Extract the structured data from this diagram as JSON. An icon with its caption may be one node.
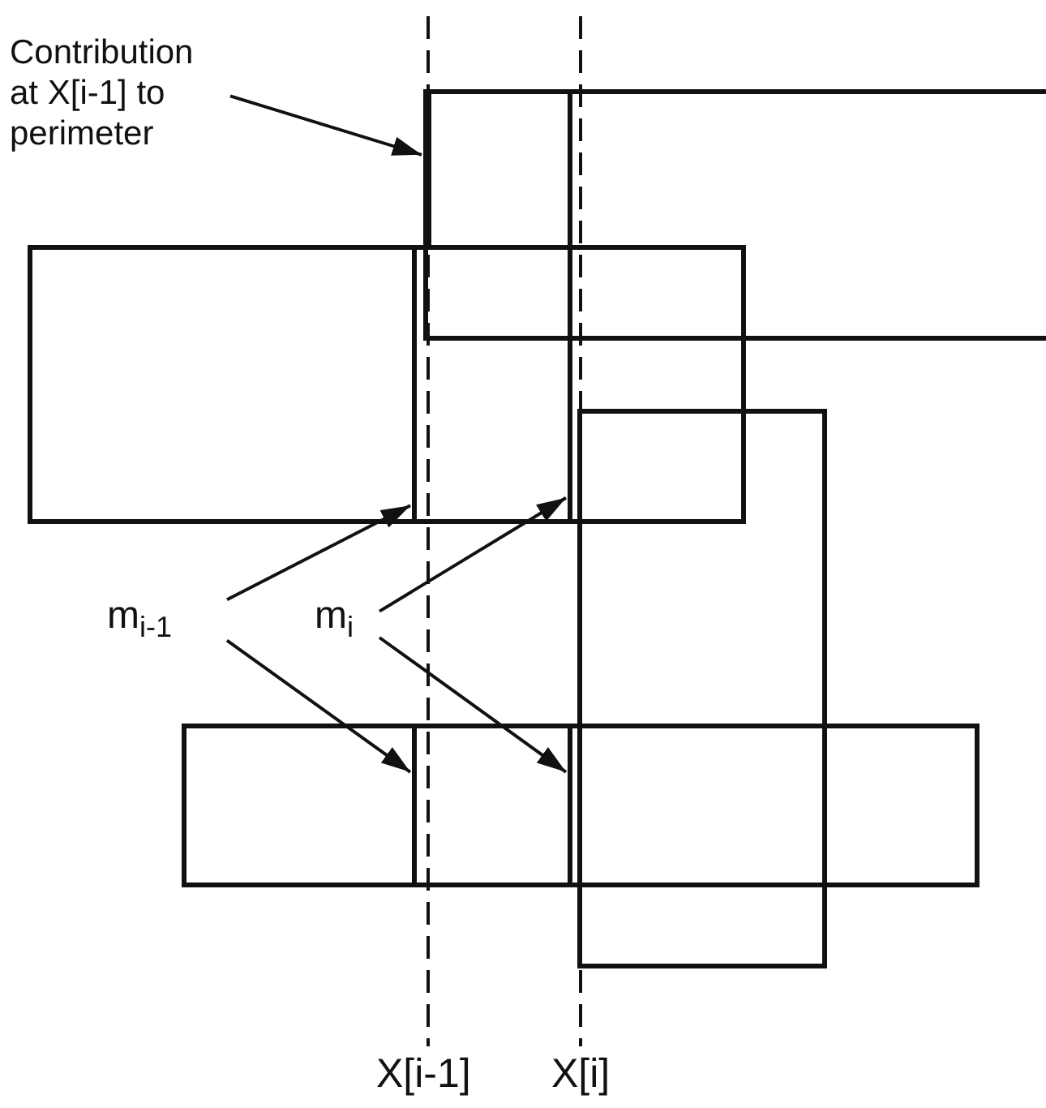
{
  "diagram": {
    "nodes": [
      {
        "text": [
          "Contribution at X[i-1] to perimeter"
        ]
      },
      {
        "text": [],
        "shape": "box"
      },
      {
        "text": [],
        "shape": "bar",
        "in": 1
      },
      {
        "text": [],
        "shape": "bar"
      },
      {
        "text": [],
        "shape": "box"
      },
      {
        "text": [],
        "shape": "bar",
        "in": 4
      },
      {
        "text": [],
        "shape": "box"
      },
      {
        "text": [
          "m$_{i-1}$"
        ]
      },
      {
        "text": [
          "m$_{i}$"
        ]
      },
      {
        "text": [],
        "shape": "box"
      },
      {
        "text": [],
        "shape": "bar",
        "in": 9
      },
      {
        "text": [],
        "shape": "bar",
        "in": 9
      }
    ],
    "edges": [
      {
        "from": 0,
        "to": 2,
        "arrow": "to"
      },
      {
        "from": 7,
        "to": 5,
        "arrow": "to"
      },
      {
        "from": 7,
        "to": 10,
        "arrow": "to"
      },
      {
        "from": 8,
        "to": 3,
        "arrow": "to"
      },
      {
        "from": 8,
        "to": 11,
        "arrow": "to"
      }
    ],
    "labels": [
      "X[i-1]",
      "X[i]"
    ]
  }
}
